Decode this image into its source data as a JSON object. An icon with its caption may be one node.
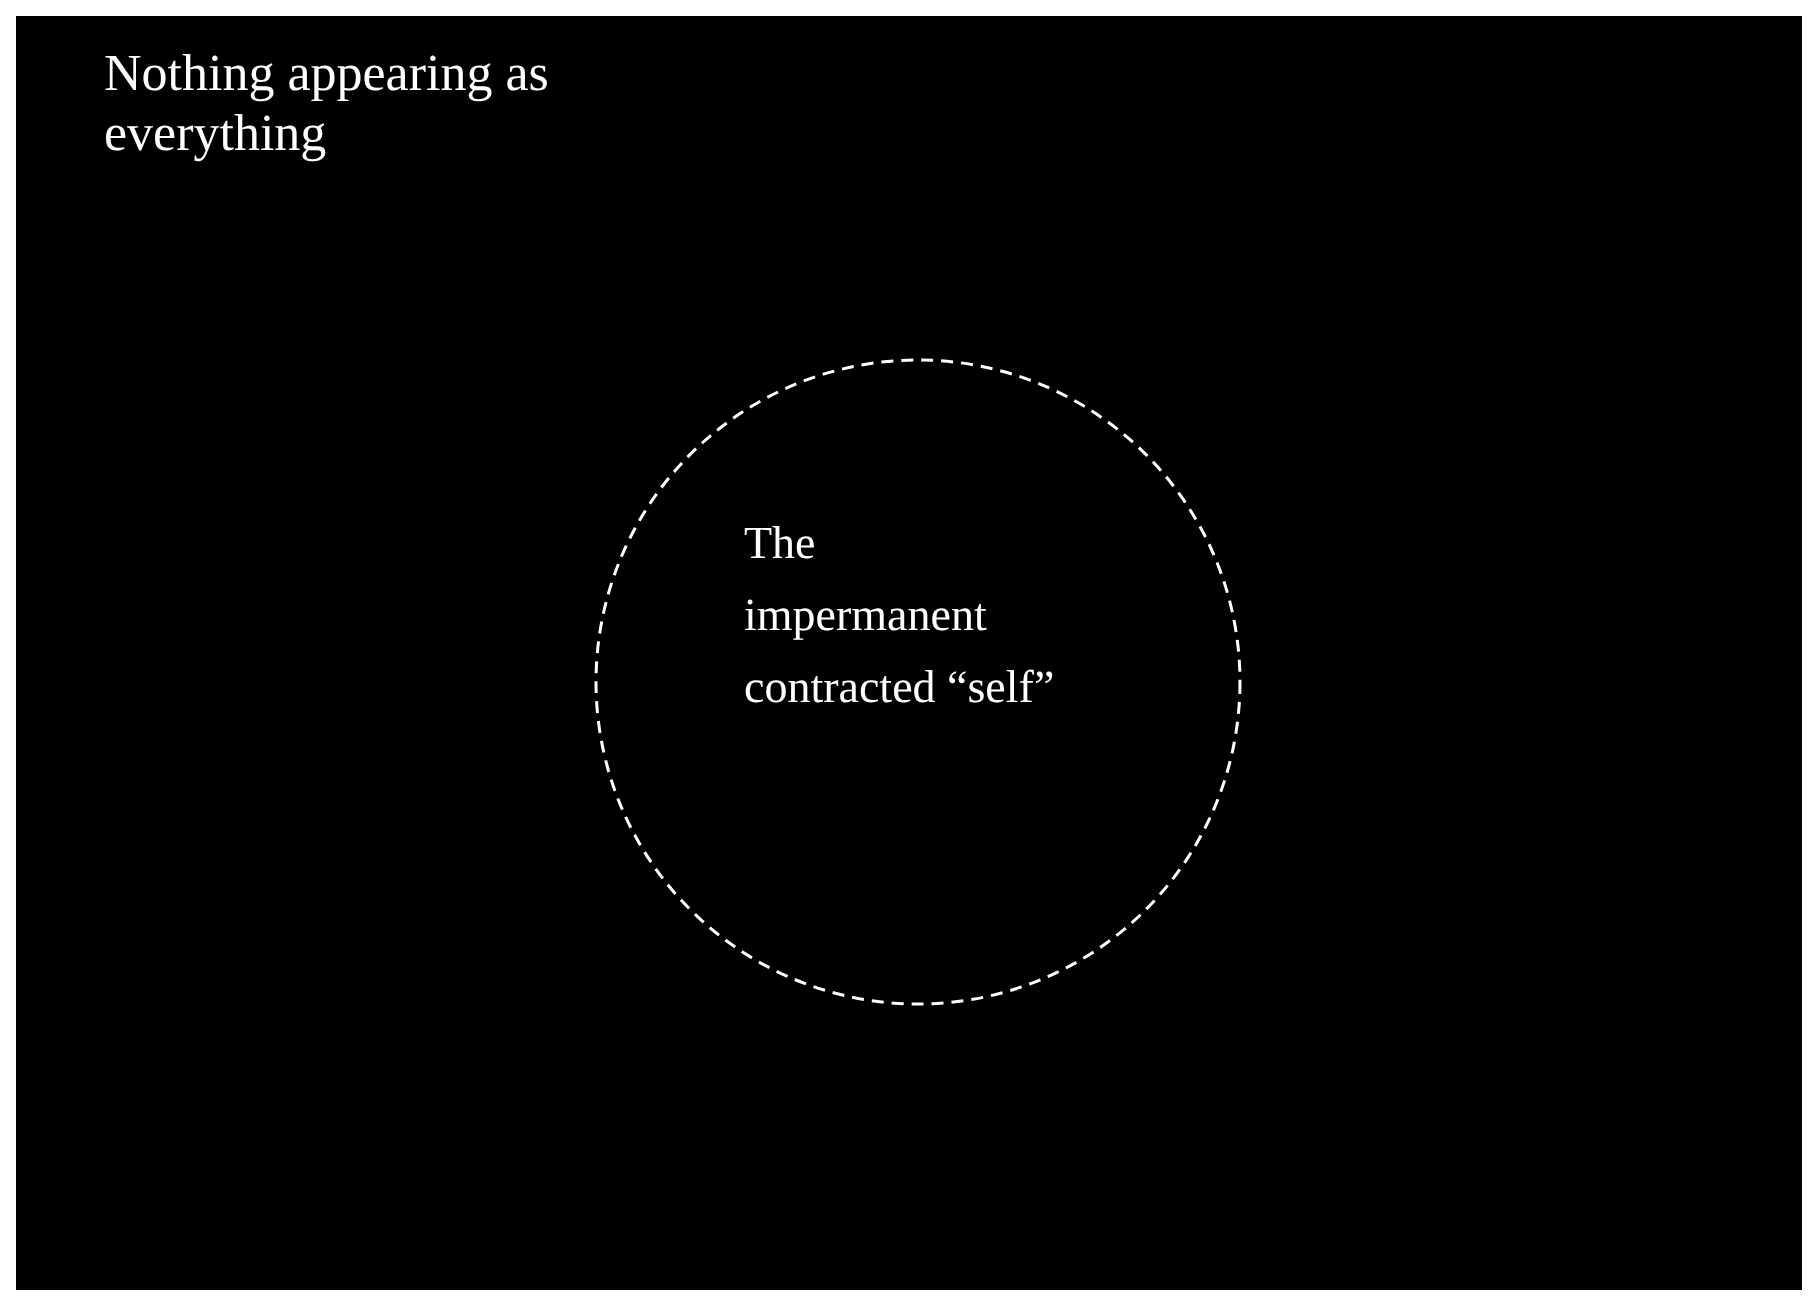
{
  "diagram": {
    "nodes": [
      {
        "text": [
          "Nothing appearing as everything"
        ]
      },
      {
        "text": [
          "The impermanent contracted “self”"
        ],
        "in": 0
      }
    ]
  }
}
